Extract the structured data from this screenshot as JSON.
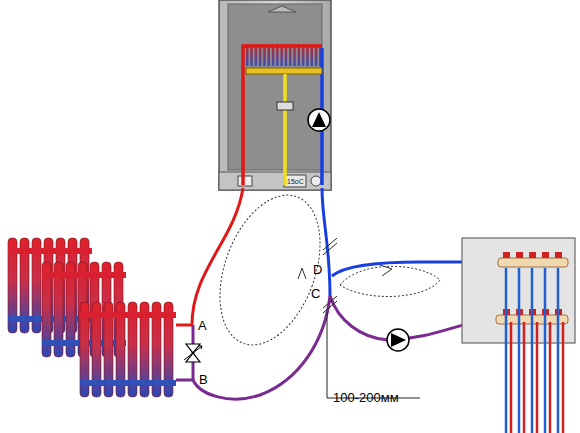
{
  "diagram": {
    "labels": [
      "A",
      "B",
      "C",
      "D",
      "100-200мм",
      "15оС"
    ]
  }
}
